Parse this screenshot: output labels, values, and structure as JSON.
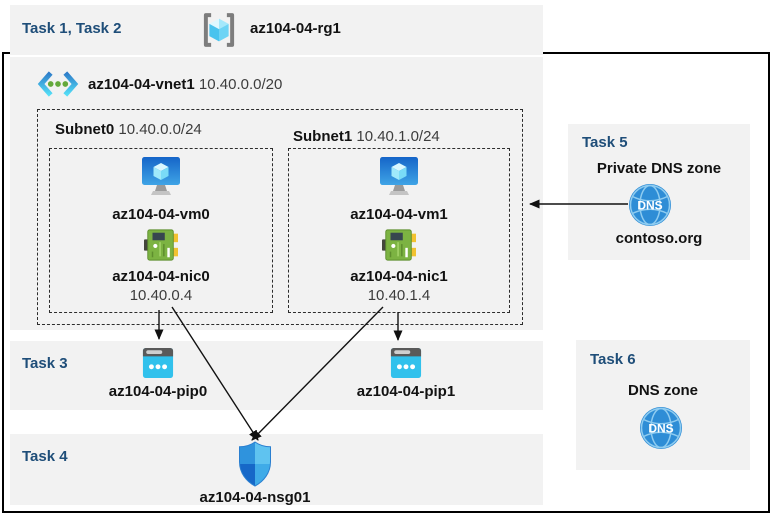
{
  "colors": {
    "task_blue": "#1F4E79",
    "panel_gray": "#F2F2F2",
    "arrow_black": "#111111"
  },
  "header": {
    "tasks_label": "Task 1, Task 2",
    "rg_name": "az104-04-rg1"
  },
  "vnet": {
    "name": "az104-04-vnet1",
    "cidr": "10.40.0.0/20",
    "subnets": [
      {
        "name": "Subnet0",
        "cidr": "10.40.0.0/24",
        "vm_name": "az104-04-vm0",
        "nic_name": "az104-04-nic0",
        "nic_ip": "10.40.0.4"
      },
      {
        "name": "Subnet1",
        "cidr": "10.40.1.0/24",
        "vm_name": "az104-04-vm1",
        "nic_name": "az104-04-nic1",
        "nic_ip": "10.40.1.4"
      }
    ]
  },
  "task3": {
    "label": "Task 3",
    "pip0_name": "az104-04-pip0",
    "pip1_name": "az104-04-pip1"
  },
  "task4": {
    "label": "Task 4",
    "nsg_name": "az104-04-nsg01"
  },
  "task5": {
    "label": "Task 5",
    "title": "Private DNS zone",
    "zone_name": "contoso.org",
    "dns_icon_text": "DNS"
  },
  "task6": {
    "label": "Task 6",
    "title": "DNS zone",
    "dns_icon_text": "DNS"
  }
}
